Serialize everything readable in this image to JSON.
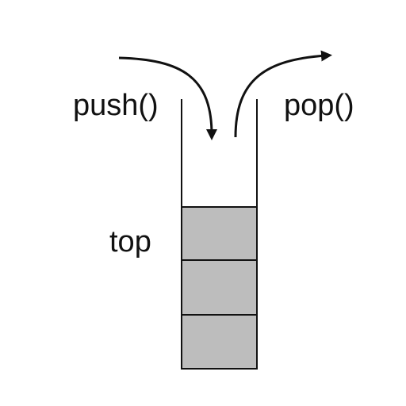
{
  "labels": {
    "push": "push()",
    "pop": "pop()",
    "top": "top"
  },
  "stack": {
    "item_count": 3
  },
  "colors": {
    "line": "#111111",
    "stack_fill": "#bdbdbd",
    "background": "#ffffff"
  }
}
